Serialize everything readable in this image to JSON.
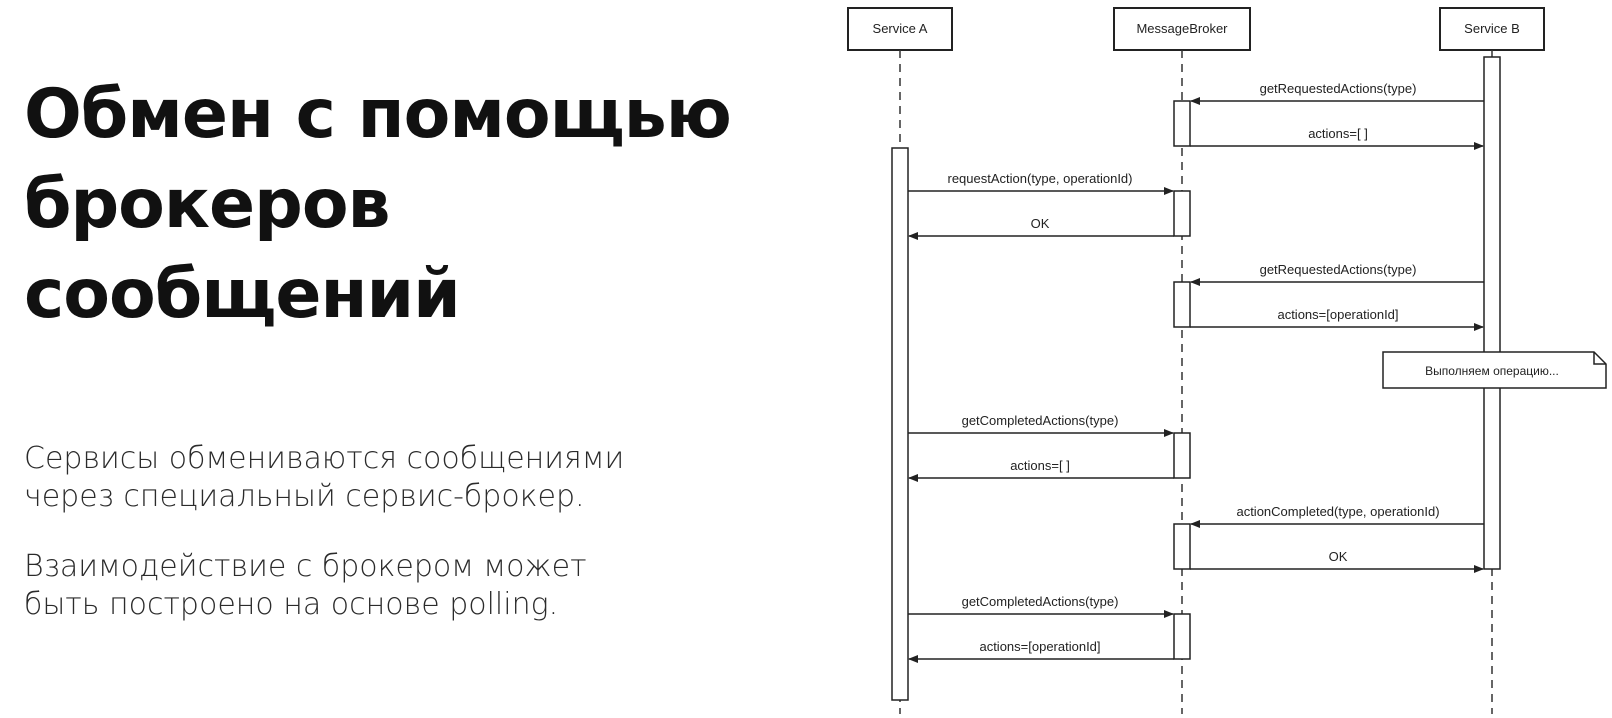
{
  "slide": {
    "title_lines": [
      "Обмен с помощью",
      "брокеров",
      "сообщений"
    ],
    "paragraphs": [
      [
        "Сервисы обмениваются сообщениями",
        "через специальный сервис-брокер."
      ],
      [
        "Взаимодействие с брокером может",
        "быть построено на основе polling."
      ]
    ]
  },
  "diagram": {
    "participants": [
      "Service A",
      "MessageBroker",
      "Service B"
    ],
    "messages": [
      {
        "label": "getRequestedActions(type)",
        "from": "Service B",
        "to": "MessageBroker"
      },
      {
        "label": "actions=[ ]",
        "from": "MessageBroker",
        "to": "Service B"
      },
      {
        "label": "requestAction(type, operationId)",
        "from": "Service A",
        "to": "MessageBroker"
      },
      {
        "label": "OK",
        "from": "MessageBroker",
        "to": "Service A"
      },
      {
        "label": "getRequestedActions(type)",
        "from": "Service B",
        "to": "MessageBroker"
      },
      {
        "label": "actions=[operationId]",
        "from": "MessageBroker",
        "to": "Service B"
      },
      {
        "label": "getCompletedActions(type)",
        "from": "Service A",
        "to": "MessageBroker"
      },
      {
        "label": "actions=[ ]",
        "from": "MessageBroker",
        "to": "Service A"
      },
      {
        "label": "actionCompleted(type, operationId)",
        "from": "Service B",
        "to": "MessageBroker"
      },
      {
        "label": "OK",
        "from": "MessageBroker",
        "to": "Service B"
      },
      {
        "label": "getCompletedActions(type)",
        "from": "Service A",
        "to": "MessageBroker"
      },
      {
        "label": "actions=[operationId]",
        "from": "MessageBroker",
        "to": "Service A"
      }
    ],
    "note": "Выполняем операцию..."
  }
}
